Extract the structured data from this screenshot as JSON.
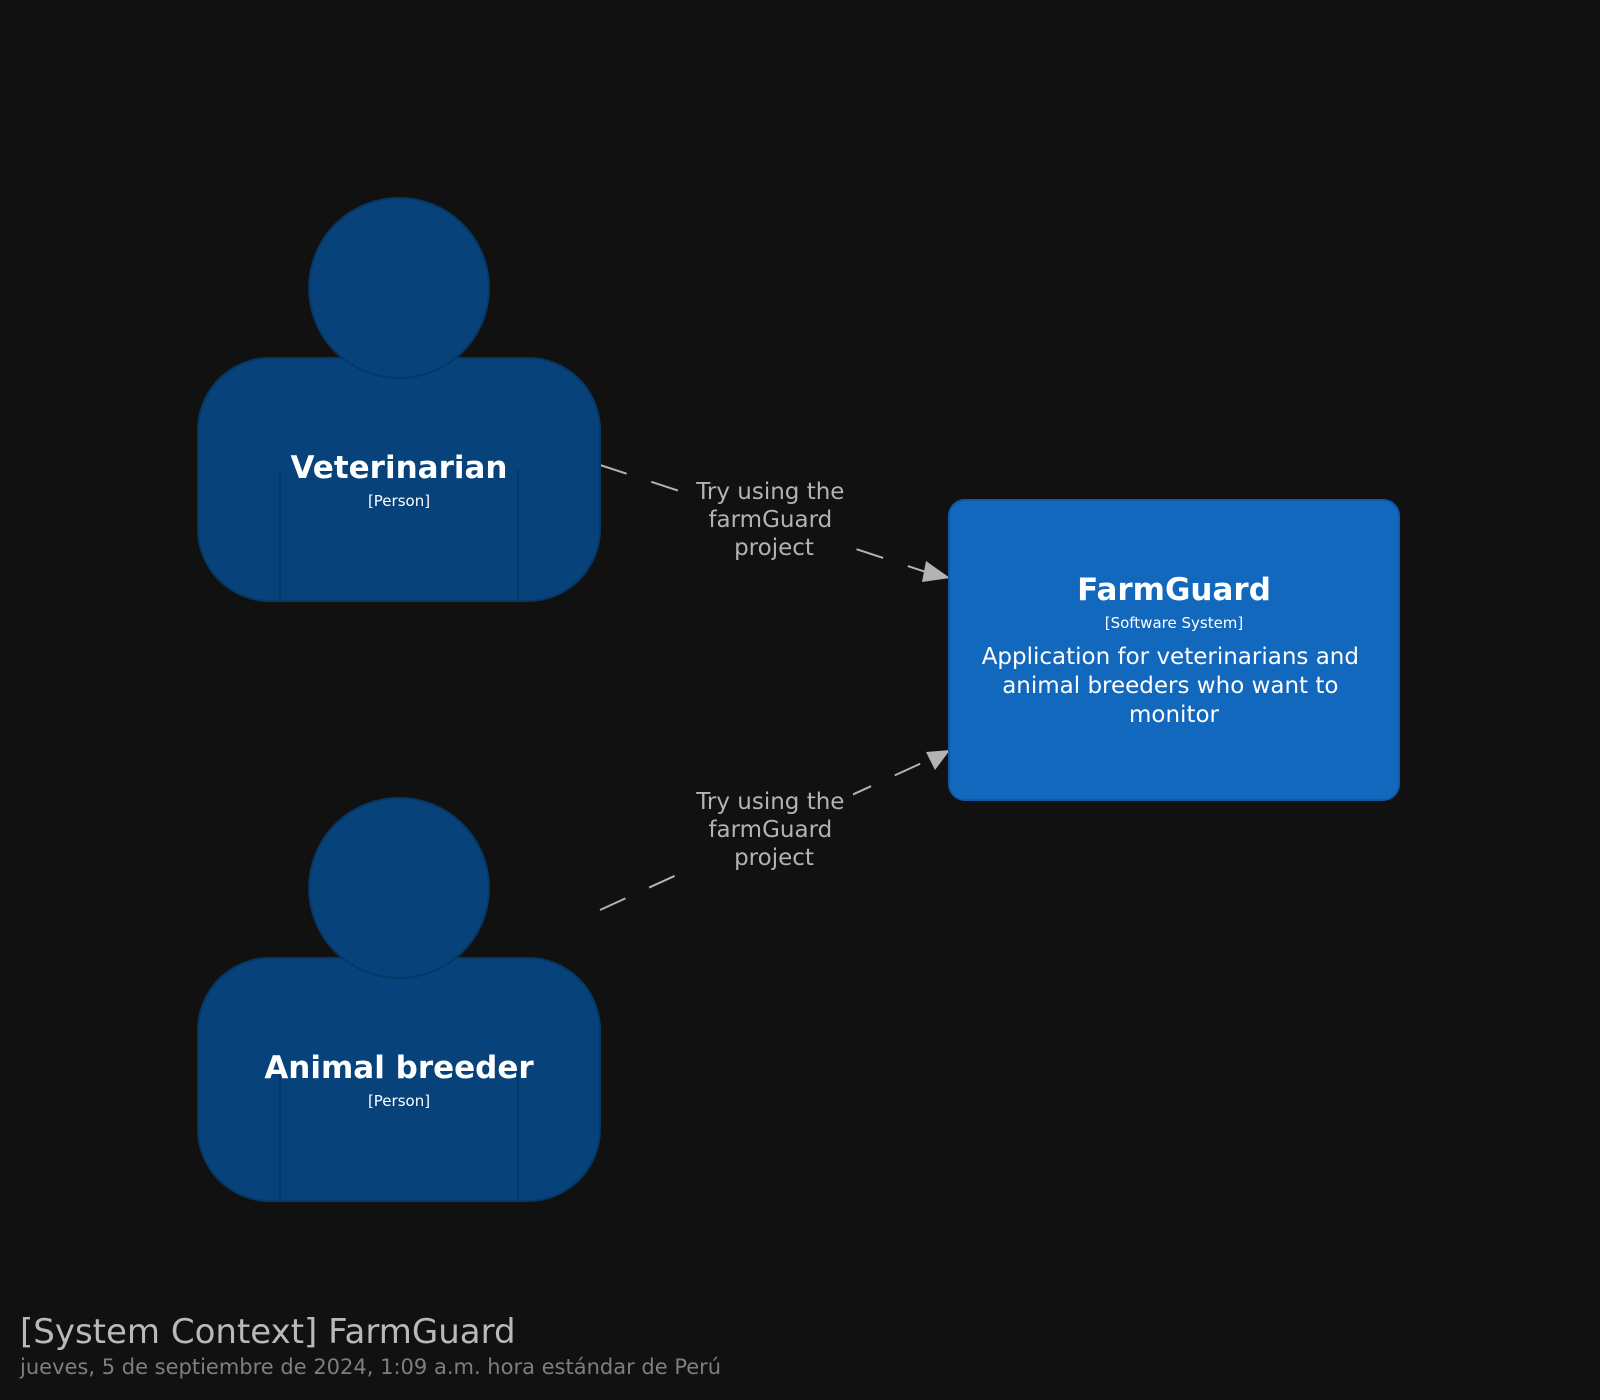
{
  "diagram": {
    "title": "[System Context] FarmGuard",
    "timestamp": "jueves, 5 de septiembre de 2024, 1:09 a.m. hora estándar de Perú",
    "colors": {
      "background": "#111111",
      "person_fill": "#08427b",
      "system_fill": "#1168bd",
      "relationship_line": "#b3b3b3",
      "text_primary": "#ffffff",
      "footer_title": "#b9b9b9",
      "footer_subtitle": "#7e7e7e"
    },
    "elements": {
      "veterinarian": {
        "name": "Veterinarian",
        "type": "[Person]",
        "shape": "person"
      },
      "animal_breeder": {
        "name": "Animal breeder",
        "type": "[Person]",
        "shape": "person"
      },
      "farmguard": {
        "name": "FarmGuard",
        "type": "[Software System]",
        "description_lines": [
          "Application for veterinarians and",
          "animal breeders who want to",
          "monitor"
        ],
        "shape": "rounded-box"
      }
    },
    "relationships": [
      {
        "from": "Veterinarian",
        "to": "FarmGuard",
        "label_lines": [
          "Try using the",
          "farmGuard",
          "project"
        ],
        "style": "dashed-arrow"
      },
      {
        "from": "Animal breeder",
        "to": "FarmGuard",
        "label_lines": [
          "Try using the",
          "farmGuard",
          "project"
        ],
        "style": "dashed-arrow"
      }
    ]
  }
}
